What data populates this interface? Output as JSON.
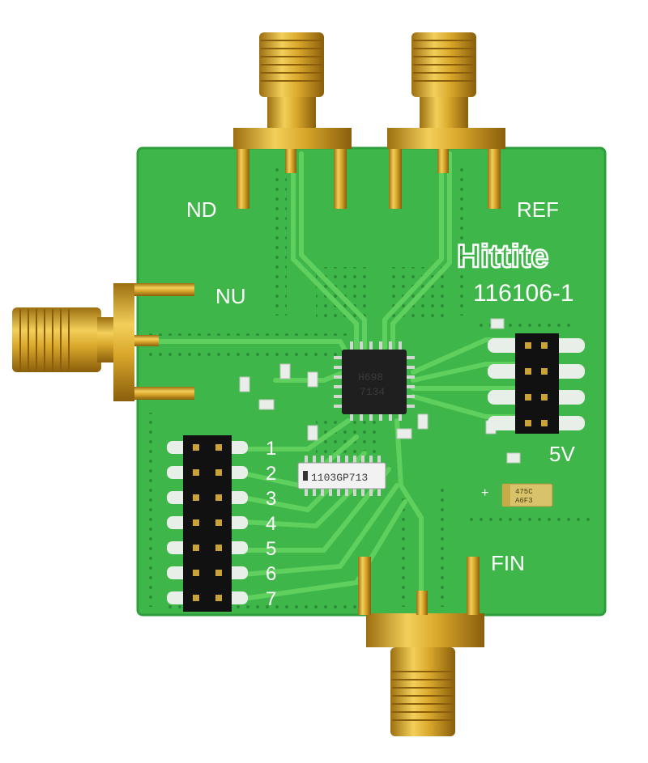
{
  "board": {
    "brand": "Hittite",
    "part_number": "116106-1",
    "ports": {
      "nd": "ND",
      "ref": "REF",
      "nu": "NU",
      "fin": "FIN"
    },
    "power_label": "5V",
    "header_pins": [
      "1",
      "2",
      "3",
      "4",
      "5",
      "6",
      "7"
    ],
    "polarity_mark": "+",
    "chip_main": {
      "line1": "H698",
      "line2": "7134"
    },
    "chip_secondary": "1103GP713",
    "capacitor": {
      "line1": "475C",
      "line2": "A6F3"
    }
  },
  "colors": {
    "pcb": "#3fb64a",
    "trace": "#5fd05e",
    "gold": "#d6a52a",
    "silkscreen": "#ffffff"
  }
}
